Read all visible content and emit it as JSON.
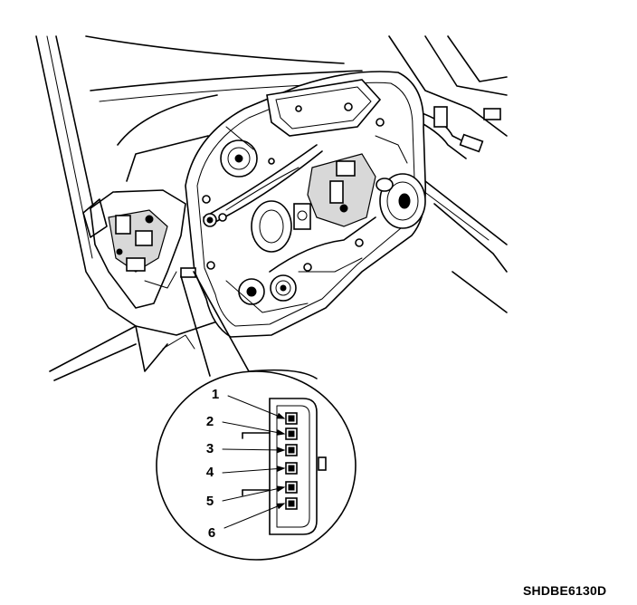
{
  "figure_code": "SHDBE6130D",
  "callouts": [
    {
      "number": "1"
    },
    {
      "number": "2"
    },
    {
      "number": "3"
    },
    {
      "number": "4"
    },
    {
      "number": "5"
    },
    {
      "number": "6"
    }
  ]
}
